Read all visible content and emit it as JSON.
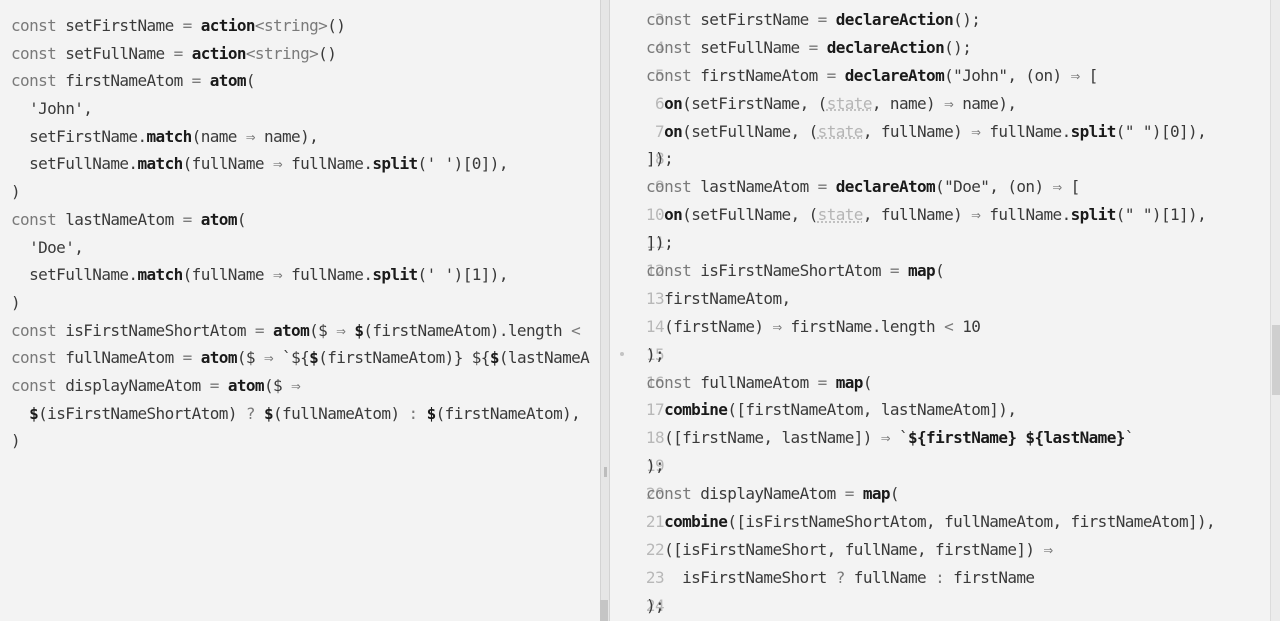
{
  "left_editor": {
    "lines": [
      [
        [
          "kw",
          "const "
        ],
        [
          "txt",
          "setFirstName "
        ],
        [
          "op",
          "= "
        ],
        [
          "fn",
          "action"
        ],
        [
          "op",
          "<string>"
        ],
        [
          "txt",
          "()"
        ]
      ],
      [
        [
          "kw",
          "const "
        ],
        [
          "txt",
          "setFullName "
        ],
        [
          "op",
          "= "
        ],
        [
          "fn",
          "action"
        ],
        [
          "op",
          "<string>"
        ],
        [
          "txt",
          "()"
        ]
      ],
      [
        [
          "kw",
          "const "
        ],
        [
          "txt",
          "firstNameAtom "
        ],
        [
          "op",
          "= "
        ],
        [
          "fn",
          "atom"
        ],
        [
          "txt",
          "("
        ]
      ],
      [
        [
          "txt",
          "  'John',"
        ]
      ],
      [
        [
          "txt",
          "  setFirstName."
        ],
        [
          "fn",
          "match"
        ],
        [
          "txt",
          "(name "
        ],
        [
          "op",
          "⇒ "
        ],
        [
          "txt",
          "name),"
        ]
      ],
      [
        [
          "txt",
          "  setFullName."
        ],
        [
          "fn",
          "match"
        ],
        [
          "txt",
          "(fullName "
        ],
        [
          "op",
          "⇒ "
        ],
        [
          "txt",
          "fullName."
        ],
        [
          "fn",
          "split"
        ],
        [
          "txt",
          "(' ')[0]),"
        ]
      ],
      [
        [
          "txt",
          ")"
        ]
      ],
      [
        [
          "kw",
          "const "
        ],
        [
          "txt",
          "lastNameAtom "
        ],
        [
          "op",
          "= "
        ],
        [
          "fn",
          "atom"
        ],
        [
          "txt",
          "("
        ]
      ],
      [
        [
          "txt",
          "  'Doe',"
        ]
      ],
      [
        [
          "txt",
          "  setFullName."
        ],
        [
          "fn",
          "match"
        ],
        [
          "txt",
          "(fullName "
        ],
        [
          "op",
          "⇒ "
        ],
        [
          "txt",
          "fullName."
        ],
        [
          "fn",
          "split"
        ],
        [
          "txt",
          "(' ')[1]),"
        ]
      ],
      [
        [
          "txt",
          ")"
        ]
      ],
      [
        [
          "kw",
          "const "
        ],
        [
          "txt",
          "isFirstNameShortAtom "
        ],
        [
          "op",
          "= "
        ],
        [
          "fn",
          "atom"
        ],
        [
          "txt",
          "($ "
        ],
        [
          "op",
          "⇒ "
        ],
        [
          "fn",
          "$"
        ],
        [
          "txt",
          "(firstNameAtom).length "
        ],
        [
          "op",
          "<"
        ]
      ],
      [
        [
          "kw",
          "const "
        ],
        [
          "txt",
          "fullNameAtom "
        ],
        [
          "op",
          "= "
        ],
        [
          "fn",
          "atom"
        ],
        [
          "txt",
          "($ "
        ],
        [
          "op",
          "⇒ "
        ],
        [
          "txt",
          "`${"
        ],
        [
          "fn",
          "$"
        ],
        [
          "txt",
          "(firstNameAtom)} ${"
        ],
        [
          "fn",
          "$"
        ],
        [
          "txt",
          "(lastNameA"
        ]
      ],
      [
        [
          "kw",
          "const "
        ],
        [
          "txt",
          "displayNameAtom "
        ],
        [
          "op",
          "= "
        ],
        [
          "fn",
          "atom"
        ],
        [
          "txt",
          "($ "
        ],
        [
          "op",
          "⇒"
        ]
      ],
      [
        [
          "txt",
          "  "
        ],
        [
          "fn",
          "$"
        ],
        [
          "txt",
          "(isFirstNameShortAtom) "
        ],
        [
          "op",
          "? "
        ],
        [
          "fn",
          "$"
        ],
        [
          "txt",
          "(fullNameAtom) "
        ],
        [
          "op",
          ": "
        ],
        [
          "fn",
          "$"
        ],
        [
          "txt",
          "(firstNameAtom),"
        ]
      ],
      [
        [
          "txt",
          ")"
        ]
      ]
    ]
  },
  "right_editor": {
    "line_numbers": [
      "3",
      "4",
      "5",
      "6",
      "7",
      "8",
      "9",
      "10",
      "11",
      "12",
      "13",
      "14",
      "15",
      "16",
      "17",
      "18",
      "19",
      "20",
      "21",
      "22",
      "23",
      "24"
    ],
    "lines": [
      [
        [
          "kw",
          "const "
        ],
        [
          "txt",
          "setFirstName "
        ],
        [
          "op",
          "= "
        ],
        [
          "fn",
          "declareAction"
        ],
        [
          "txt",
          "();"
        ]
      ],
      [
        [
          "kw",
          "const "
        ],
        [
          "txt",
          "setFullName "
        ],
        [
          "op",
          "= "
        ],
        [
          "fn",
          "declareAction"
        ],
        [
          "txt",
          "();"
        ]
      ],
      [
        [
          "kw",
          "const "
        ],
        [
          "txt",
          "firstNameAtom "
        ],
        [
          "op",
          "= "
        ],
        [
          "fn",
          "declareAtom"
        ],
        [
          "txt",
          "(\"John\", (on) "
        ],
        [
          "op",
          "⇒ "
        ],
        [
          "txt",
          "["
        ]
      ],
      [
        [
          "txt",
          "  "
        ],
        [
          "fn",
          "on"
        ],
        [
          "txt",
          "(setFirstName, ("
        ],
        [
          "dim",
          "state"
        ],
        [
          "txt",
          ", name) "
        ],
        [
          "op",
          "⇒ "
        ],
        [
          "txt",
          "name),"
        ]
      ],
      [
        [
          "txt",
          "  "
        ],
        [
          "fn",
          "on"
        ],
        [
          "txt",
          "(setFullName, ("
        ],
        [
          "dim",
          "state"
        ],
        [
          "txt",
          ", fullName) "
        ],
        [
          "op",
          "⇒ "
        ],
        [
          "txt",
          "fullName."
        ],
        [
          "fn",
          "split"
        ],
        [
          "txt",
          "(\" \")[0]),"
        ]
      ],
      [
        [
          "txt",
          "]);"
        ]
      ],
      [
        [
          "kw",
          "const "
        ],
        [
          "txt",
          "lastNameAtom "
        ],
        [
          "op",
          "= "
        ],
        [
          "fn",
          "declareAtom"
        ],
        [
          "txt",
          "(\"Doe\", (on) "
        ],
        [
          "op",
          "⇒ "
        ],
        [
          "txt",
          "["
        ]
      ],
      [
        [
          "txt",
          "  "
        ],
        [
          "fn",
          "on"
        ],
        [
          "txt",
          "(setFullName, ("
        ],
        [
          "dim",
          "state"
        ],
        [
          "txt",
          ", fullName) "
        ],
        [
          "op",
          "⇒ "
        ],
        [
          "txt",
          "fullName."
        ],
        [
          "fn",
          "split"
        ],
        [
          "txt",
          "(\" \")[1]),"
        ]
      ],
      [
        [
          "txt",
          "]);"
        ]
      ],
      [
        [
          "kw",
          "const "
        ],
        [
          "txt",
          "isFirstNameShortAtom "
        ],
        [
          "op",
          "= "
        ],
        [
          "fn",
          "map"
        ],
        [
          "txt",
          "("
        ]
      ],
      [
        [
          "txt",
          "  firstNameAtom,"
        ]
      ],
      [
        [
          "txt",
          "  (firstName) "
        ],
        [
          "op",
          "⇒ "
        ],
        [
          "txt",
          "firstName.length "
        ],
        [
          "op",
          "< "
        ],
        [
          "txt",
          "10"
        ]
      ],
      [
        [
          "txt",
          ");"
        ]
      ],
      [
        [
          "kw",
          "const "
        ],
        [
          "txt",
          "fullNameAtom "
        ],
        [
          "op",
          "= "
        ],
        [
          "fn",
          "map"
        ],
        [
          "txt",
          "("
        ]
      ],
      [
        [
          "txt",
          "  "
        ],
        [
          "fn",
          "combine"
        ],
        [
          "txt",
          "([firstNameAtom, lastNameAtom]),"
        ]
      ],
      [
        [
          "txt",
          "  ([firstName, lastName]) "
        ],
        [
          "op",
          "⇒ "
        ],
        [
          "txt",
          "`"
        ],
        [
          "fn",
          "${firstName} ${lastName}"
        ],
        [
          "txt",
          "`"
        ]
      ],
      [
        [
          "txt",
          ");"
        ]
      ],
      [
        [
          "kw",
          "const "
        ],
        [
          "txt",
          "displayNameAtom "
        ],
        [
          "op",
          "= "
        ],
        [
          "fn",
          "map"
        ],
        [
          "txt",
          "("
        ]
      ],
      [
        [
          "txt",
          "  "
        ],
        [
          "fn",
          "combine"
        ],
        [
          "txt",
          "([isFirstNameShortAtom, fullNameAtom, firstNameAtom]),"
        ]
      ],
      [
        [
          "txt",
          "  ([isFirstNameShort, fullName, firstName]) "
        ],
        [
          "op",
          "⇒"
        ]
      ],
      [
        [
          "txt",
          "    isFirstNameShort "
        ],
        [
          "op",
          "? "
        ],
        [
          "txt",
          "fullName "
        ],
        [
          "op",
          ": "
        ],
        [
          "txt",
          "firstName"
        ]
      ],
      [
        [
          "txt",
          ");"
        ]
      ]
    ]
  }
}
